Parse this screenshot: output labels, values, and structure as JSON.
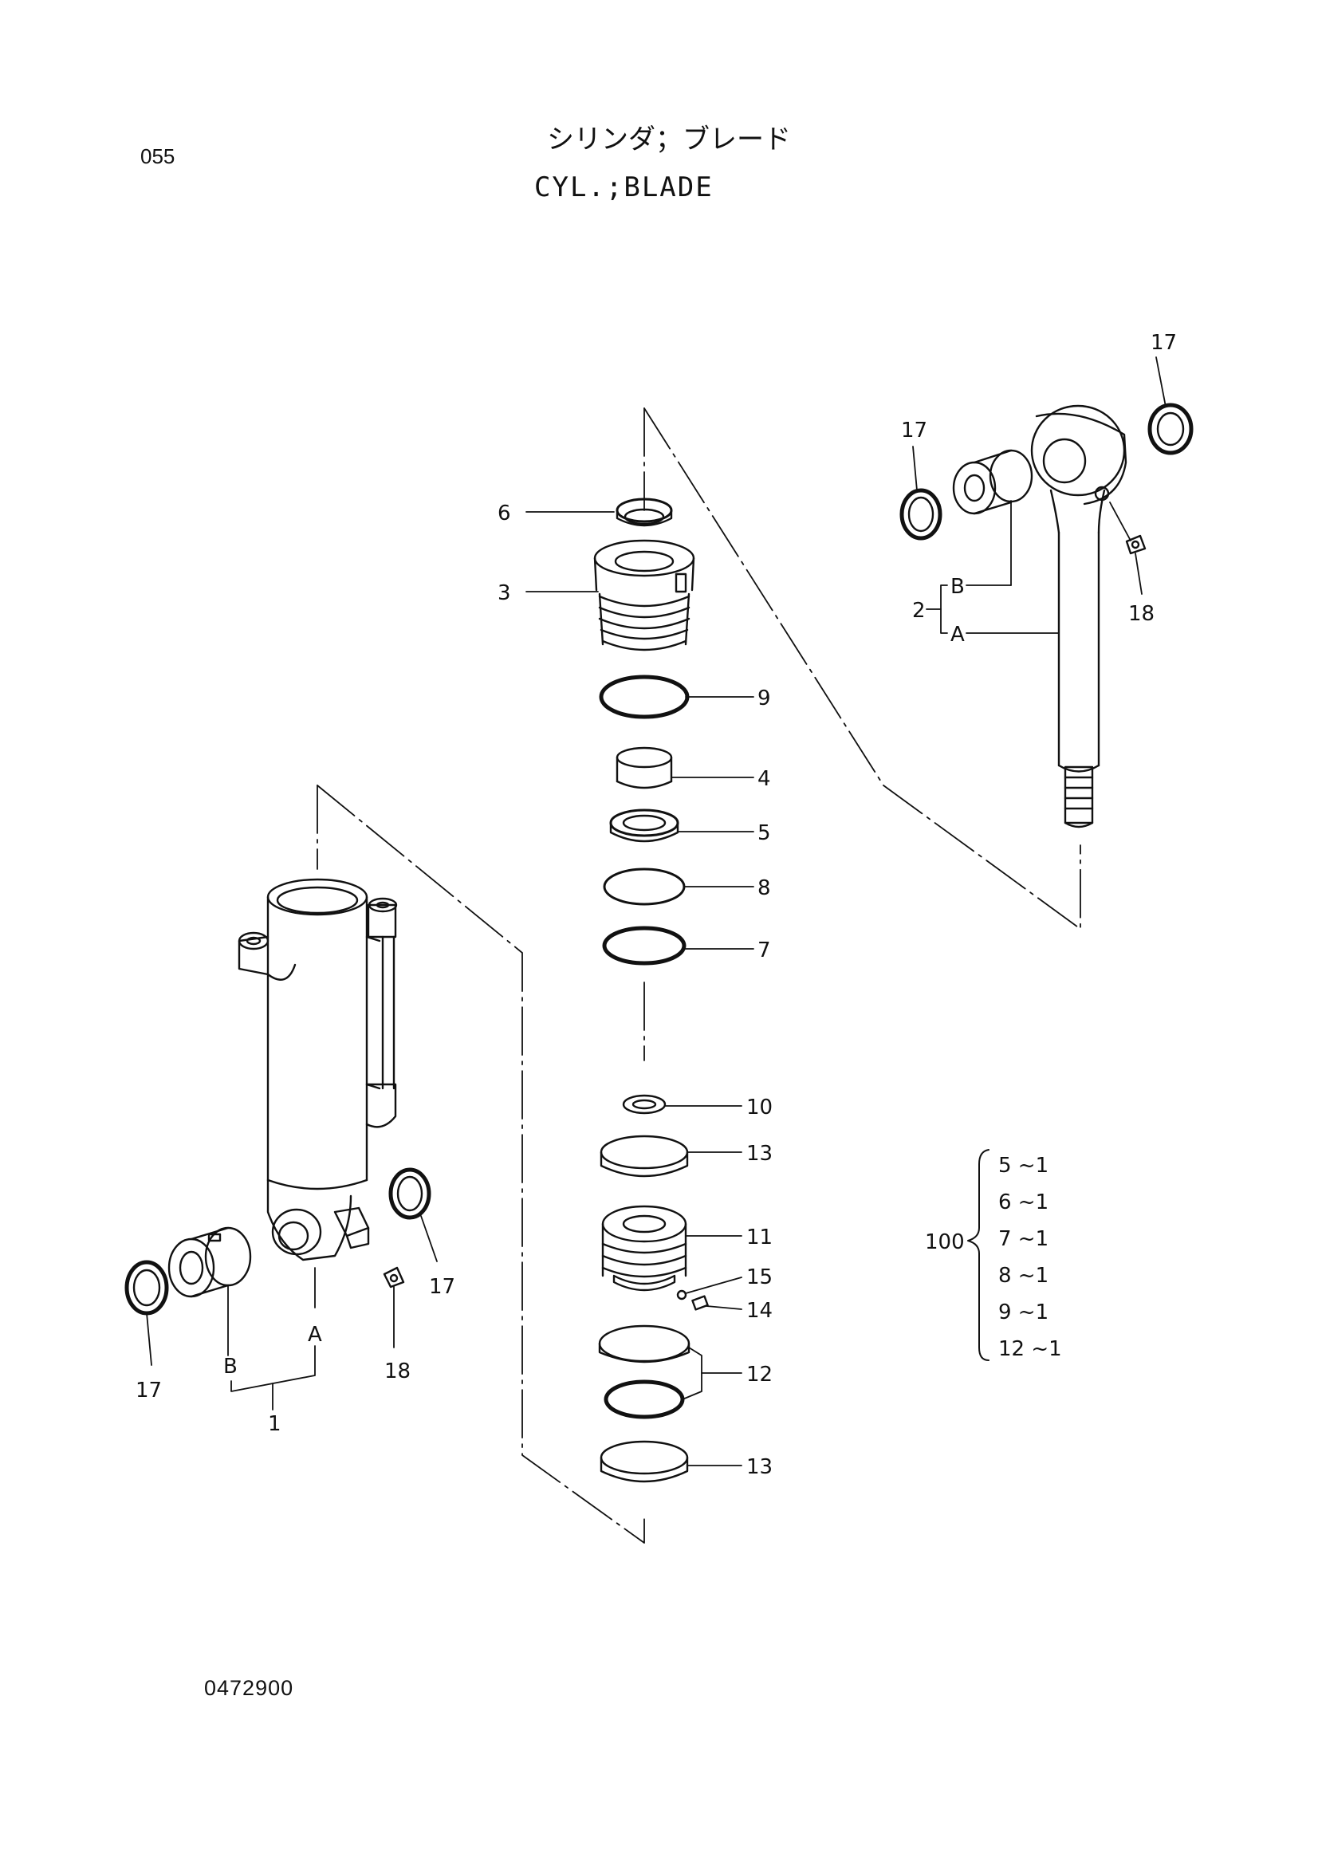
{
  "header": {
    "page_code": "055",
    "title_jp": "シリンダ；ブレード",
    "title_en": "CYL.;BLADE"
  },
  "footer": {
    "drawing_number": "0472900"
  },
  "callouts": {
    "c17_rod_right": "17",
    "c17_rod_left": "17",
    "c2": "2",
    "c2B": "B",
    "c2A": "A",
    "c18_rod": "18",
    "c6": "6",
    "c3": "3",
    "c9": "9",
    "c4": "4",
    "c5": "5",
    "c8": "8",
    "c7": "7",
    "c10": "10",
    "c13_top": "13",
    "c11": "11",
    "c15": "15",
    "c14": "14",
    "c12": "12",
    "c13_bottom": "13",
    "c17_tube_right": "17",
    "c17_tube_left": "17",
    "c1A": "A",
    "c1B": "B",
    "c1": "1",
    "c18_tube": "18"
  },
  "seal_kit": {
    "number": "100",
    "items": [
      "5 ~1",
      "6 ~1",
      "7 ~1",
      "8 ~1",
      "9 ~1",
      "12 ~1"
    ]
  },
  "colors": {
    "ink": "#111111",
    "paper": "#ffffff"
  }
}
